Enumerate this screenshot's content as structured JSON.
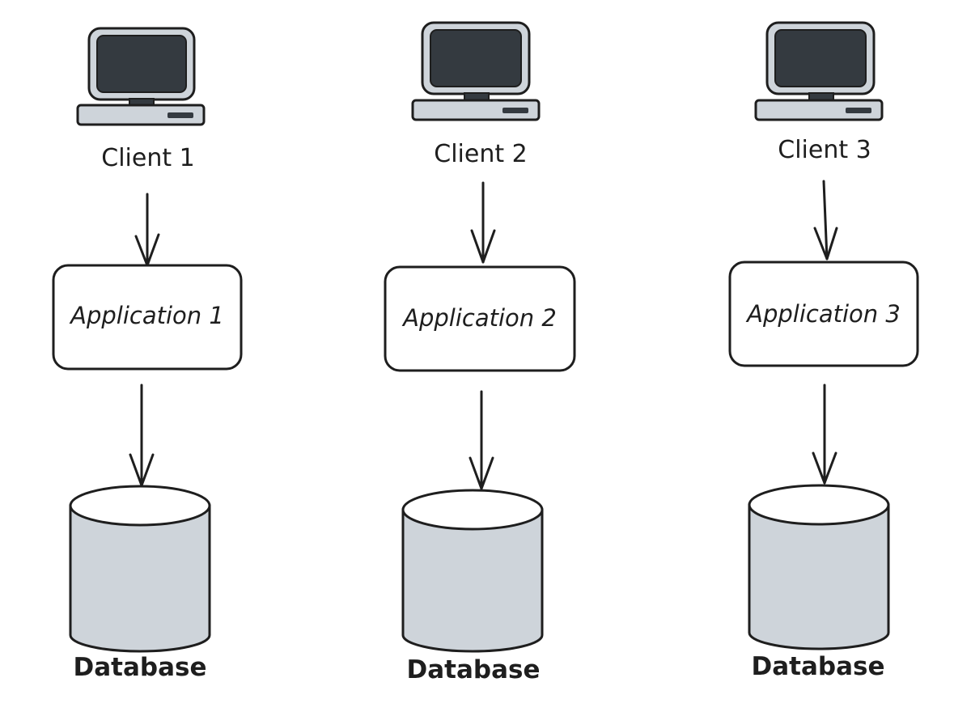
{
  "columns": [
    {
      "client_label": "Client 1",
      "application_label": "Application 1",
      "database_label": "Database"
    },
    {
      "client_label": "Client 2",
      "application_label": "Application 2",
      "database_label": "Database"
    },
    {
      "client_label": "Client 3",
      "application_label": "Application 3",
      "database_label": "Database"
    }
  ],
  "colors": {
    "stroke": "#1e1e1e",
    "monitor_frame": "#ced4da",
    "monitor_screen": "#343a40",
    "database_fill": "#ced4da",
    "database_top": "#ffffff",
    "box_fill": "#ffffff"
  },
  "icons": {
    "client": "computer-monitor-icon",
    "database": "database-cylinder-icon",
    "arrow": "arrow-down-icon"
  }
}
